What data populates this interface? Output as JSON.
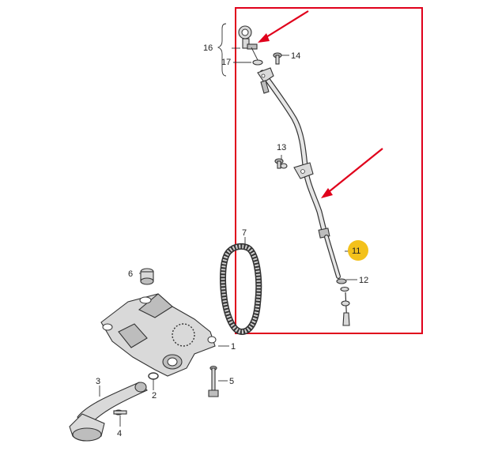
{
  "colors": {
    "highlight_box": "#e0001b",
    "arrow": "#e0001b",
    "callout_badge": "#f3c11b",
    "line": "#333333",
    "part_fill": "#d9d9d9"
  },
  "callouts": {
    "c1": "1",
    "c2": "2",
    "c3": "3",
    "c4": "4",
    "c5": "5",
    "c6": "6",
    "c7": "7",
    "c11": "11",
    "c12": "12",
    "c13": "13",
    "c14": "14",
    "c16": "16",
    "c17": "17"
  }
}
